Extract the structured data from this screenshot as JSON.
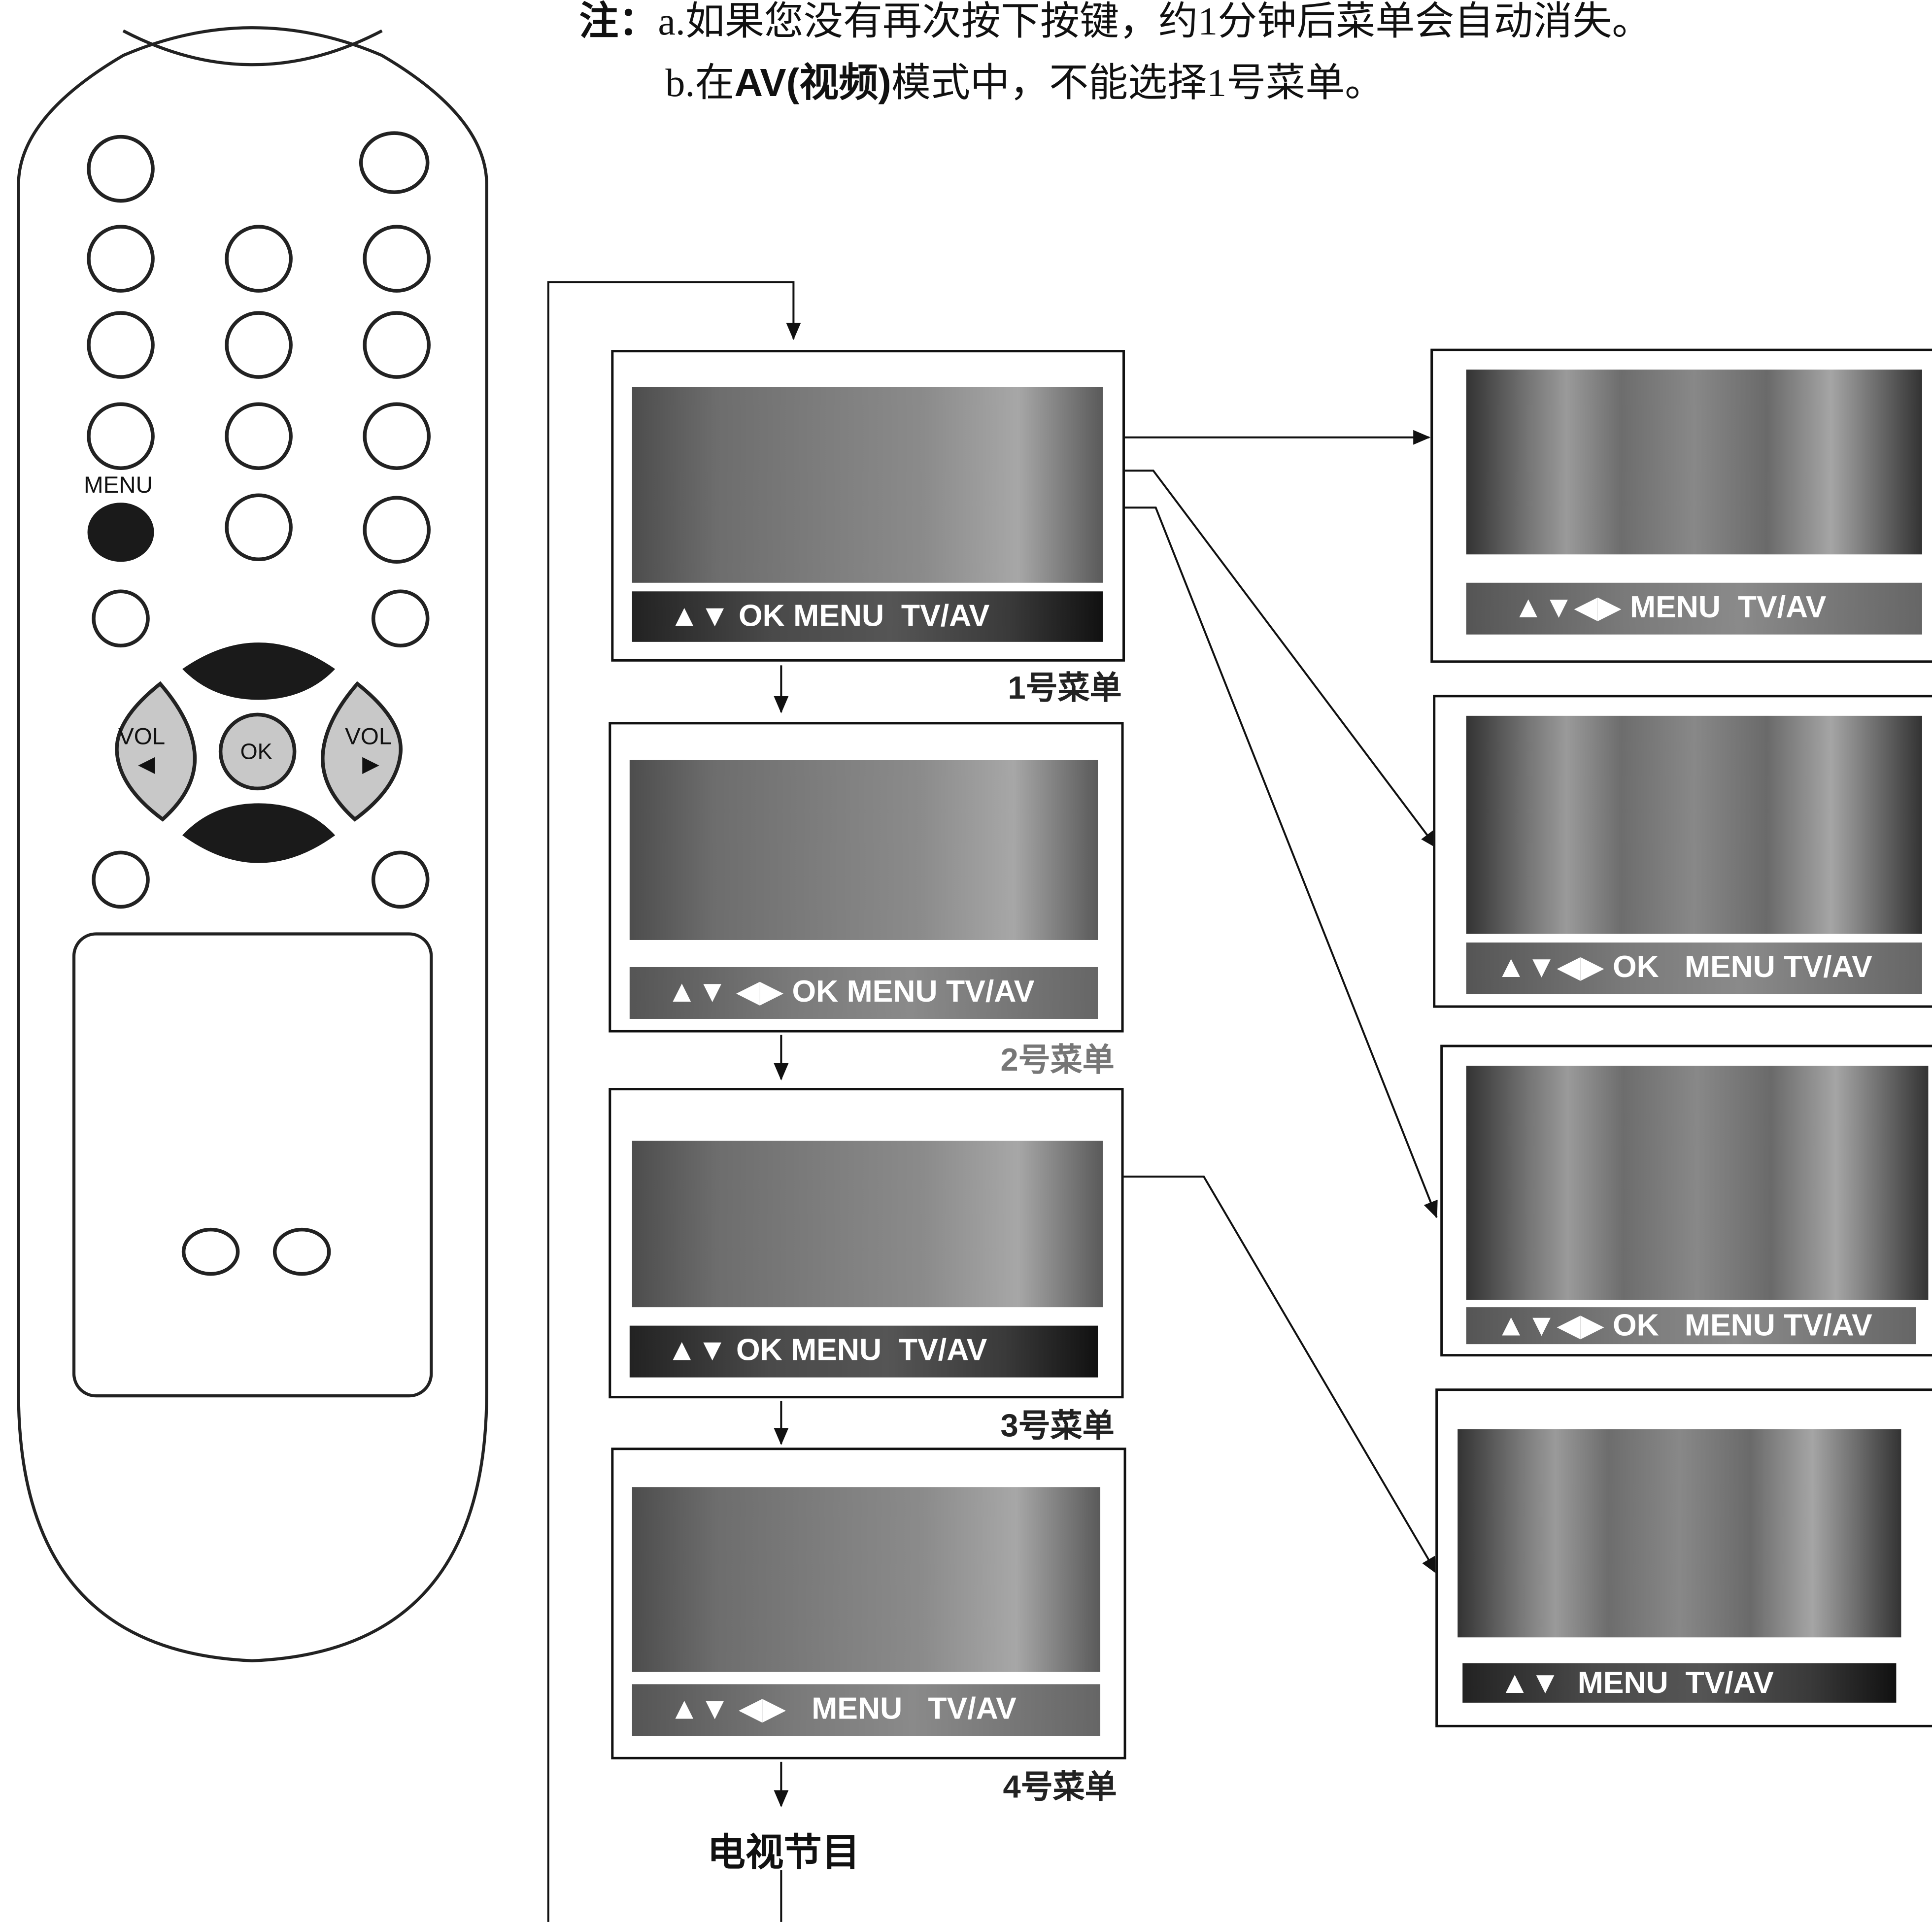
{
  "note": {
    "prefix": "注：",
    "line_a": "a.如果您没有再次按下按键，约1分钟后菜单会自动消失。",
    "line_b_pre": "b.在",
    "line_b_bold": "AV(视频)",
    "line_b_post": "模式中，不能选择1号菜单。"
  },
  "remote": {
    "menu_label": "MENU",
    "ok_label": "OK",
    "vol_left_label": "VOL",
    "vol_left_arrow": "◀",
    "vol_right_label": "VOL",
    "vol_right_arrow": "▶"
  },
  "menus": [
    {
      "caption": "1号菜单",
      "keys": "▲▼ OK MENU  TV/AV"
    },
    {
      "caption": "2号菜单",
      "keys": "▲▼ ◀▶ OK MENU TV/AV"
    },
    {
      "caption": "3号菜单",
      "keys": "▲▼ OK MENU  TV/AV"
    },
    {
      "caption": "4号菜单",
      "keys": "▲▼ ◀▶   MENU   TV/AV"
    }
  ],
  "submenus": [
    {
      "keys": "▲▼◀▶ MENU  TV/AV"
    },
    {
      "keys": "▲▼◀▶ OK   MENU TV/AV"
    },
    {
      "keys": "▲▼◀▶ OK   MENU TV/AV"
    },
    {
      "keys": "▲▼  MENU  TV/AV"
    }
  ],
  "end_label": "电视节目"
}
